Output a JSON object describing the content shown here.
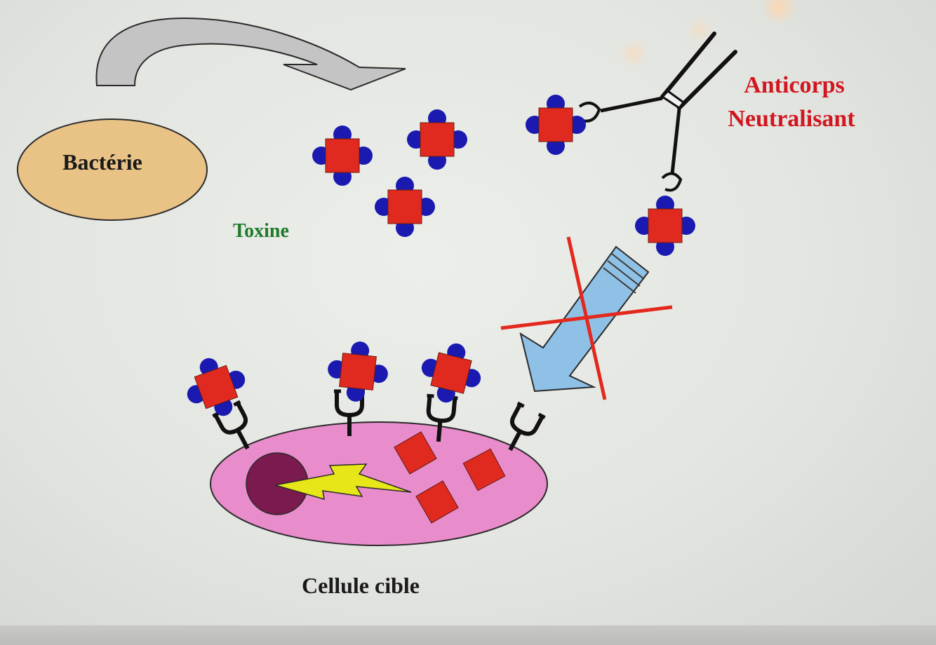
{
  "labels": {
    "bacterium": "Bactérie",
    "toxin": "Toxine",
    "antibody": "Anticorps",
    "neutralizing": "Neutralisant",
    "target_cell": "Cellule cible"
  },
  "colors": {
    "bacterium_fill": "#e9c285",
    "toxin_square": "#e02a1f",
    "toxin_ball": "#1a1ab0",
    "cell_fill": "#e88ccb",
    "nucleus_fill": "#7a1a4e",
    "lightning": "#e6e619",
    "blocked_arrow": "#8fc1e6",
    "cross_out": "#e3281e",
    "curved_arrow": "#c4c4c4",
    "antibody_label": "#d2161f",
    "toxin_label": "#1f7a2a"
  },
  "icons": {
    "curved_arrow": "curved-arrow-icon",
    "blocked_arrow": "blocked-arrow-icon",
    "lightning": "lightning-icon"
  }
}
